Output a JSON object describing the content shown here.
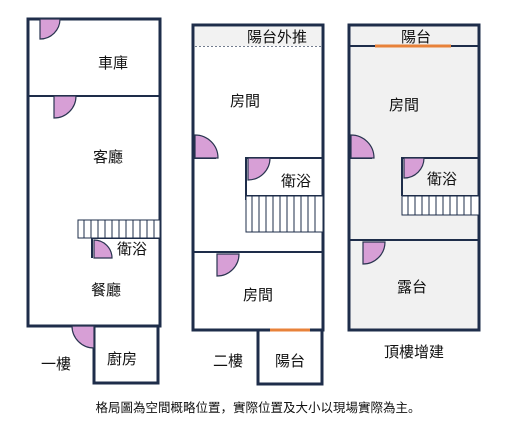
{
  "floors": {
    "first": {
      "name": "一樓",
      "rooms": {
        "garage": "車庫",
        "living": "客廳",
        "bath": "衛浴",
        "dining": "餐廳",
        "kitchen": "廚房"
      }
    },
    "second": {
      "name": "二樓",
      "rooms": {
        "balcony_ext": "陽台外推",
        "room_a": "房間",
        "bath": "衛浴",
        "room_b": "房間",
        "balcony": "陽台"
      }
    },
    "roof": {
      "name": "頂樓增建",
      "rooms": {
        "balcony": "陽台",
        "room": "房間",
        "bath": "衛浴",
        "terrace": "露台"
      }
    }
  },
  "note": "格局圖為空間概略位置，實際位置及大小以現場實際為主。",
  "colors": {
    "wall": "#1e2d4a",
    "door": "#d79fd6",
    "window": "#e8823a",
    "roof_fill": "#f1f1f1"
  }
}
